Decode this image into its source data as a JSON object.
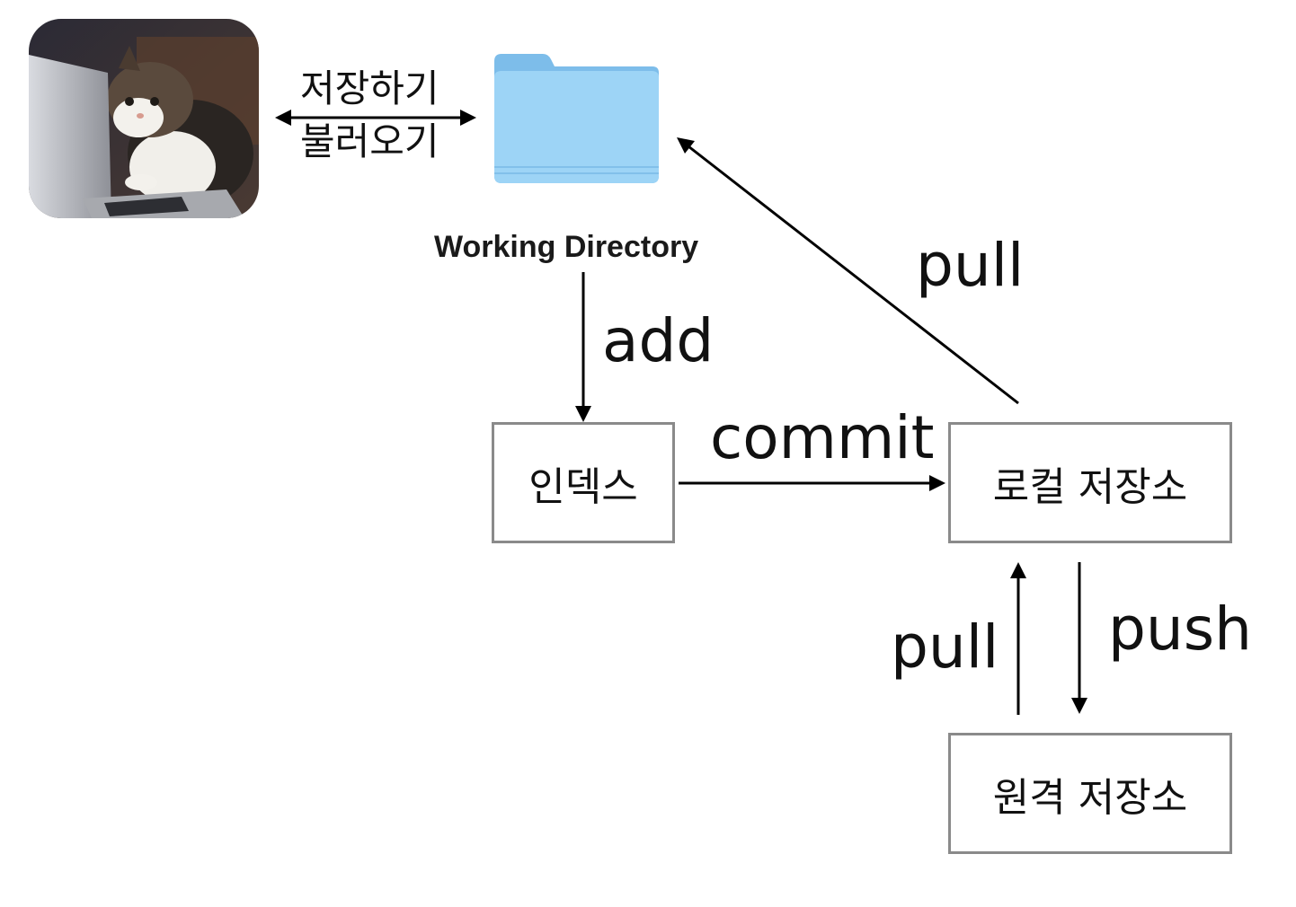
{
  "top_left": {
    "save_label": "저장하기",
    "load_label": "불러오기"
  },
  "folder": {
    "label": "Working Directory",
    "icon": "folder-icon",
    "color": "#8fcdf4"
  },
  "nodes": {
    "index": "인덱스",
    "local_repo": "로컬 저장소",
    "remote_repo": "원격 저장소"
  },
  "edges": {
    "add": "add",
    "commit": "commit",
    "pull_to_working": "pull",
    "pull_from_remote": "pull",
    "push_to_remote": "push"
  },
  "colors": {
    "box_border": "#8a8a8a",
    "arrow": "#000000"
  }
}
